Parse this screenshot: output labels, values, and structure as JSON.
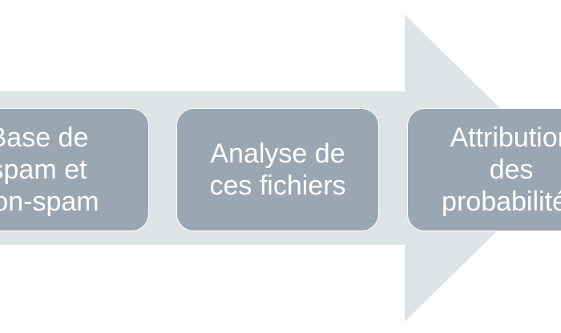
{
  "colors": {
    "arrow": "#dee3e6",
    "box": "#9aa6b2",
    "text": "#ffffff"
  },
  "steps": [
    {
      "label": "Base de\nspam et\nnon-spam"
    },
    {
      "label": "Analyse de\nces fichiers"
    },
    {
      "label": "Attribution\ndes\nprobabilités"
    }
  ]
}
